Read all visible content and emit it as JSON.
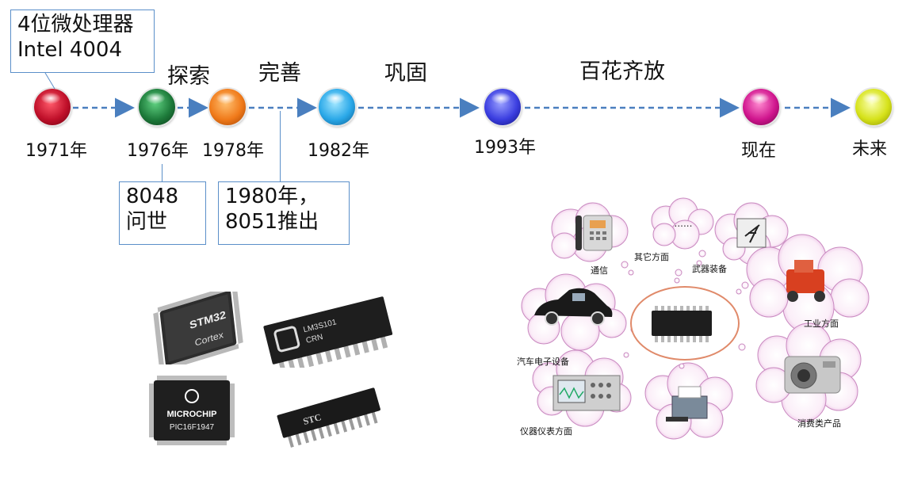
{
  "timeline": {
    "points": [
      {
        "year": "1971年",
        "color": "red"
      },
      {
        "year": "1976年",
        "color": "green"
      },
      {
        "year": "1978年",
        "color": "orange"
      },
      {
        "year": "1982年",
        "color": "cyan"
      },
      {
        "year": "1993年",
        "color": "blue"
      },
      {
        "year": "现在",
        "color": "magenta"
      },
      {
        "year": "未来",
        "color": "yellow"
      }
    ],
    "stages": [
      "探索",
      "完善",
      "巩固",
      "百花齐放"
    ],
    "colors": {
      "red": "#c0102a",
      "green": "#1d7a3a",
      "orange": "#f07a1a",
      "cyan": "#2aa8e8",
      "blue": "#3b3ee0",
      "magenta": "#d0168e",
      "yellow": "#d6e21a",
      "arrow": "#4a7fbf"
    }
  },
  "callouts": {
    "c4004_line1": "4位微处理器",
    "c4004_line2": "Intel 4004",
    "c8048_line1": "8048",
    "c8048_line2": "问世",
    "c8051_line1": "1980年，",
    "c8051_line2": "8051推出"
  },
  "chips": {
    "stm32": {
      "brand": "STM32",
      "sub": "Cortex"
    },
    "lm": {
      "line1": "LM3S101",
      "line2": "CRN"
    },
    "microchip": {
      "brand": "MICROCHIP",
      "part": "PIC16F1947"
    },
    "stc": {
      "brand": "STC"
    }
  },
  "applications": {
    "communication": "通信",
    "other": "其它方面",
    "other_dots": "......",
    "weapons": "武器装备",
    "industry": "工业方面",
    "automotive": "汽车电子设备",
    "instruments": "仪器仪表方面",
    "consumer": "消费类产品"
  }
}
